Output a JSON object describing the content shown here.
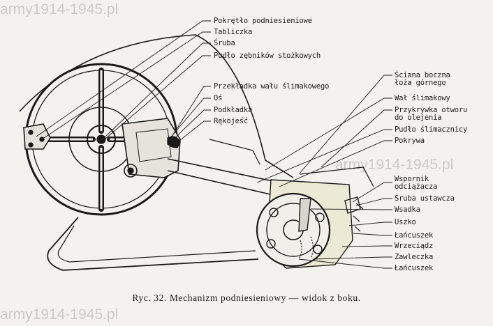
{
  "watermark": "army1914-1945.pl",
  "caption": "Ryc. 32. Mechanizm podniesieniowy — widok z boku.",
  "labels_top_left": [
    "Pokrętło podniesieniowe",
    "Tabliczka",
    "Śruba",
    "Pudło zębników stożkowych"
  ],
  "labels_mid_left": [
    "Przekładka wału ślimakowego",
    "Oś",
    "Podkładka",
    "Rękojeść"
  ],
  "labels_right": [
    "Ściana boczna\nłoża górnego",
    "Wał ślimakowy",
    "Przykrywka otworu\ndo olejenia",
    "Pudło ślimacznicy",
    "Pokrywa"
  ],
  "labels_bottom_right": [
    "Wspornik\nodciążacza",
    "Śruba ustawcza",
    "Wsadka",
    "Uszko",
    "Łańcuszek",
    "Wrzeciądz",
    "Zawleczka",
    "Łańcuszek"
  ],
  "colors": {
    "ink": "#1a1a1a",
    "paper": "#f4f2ee",
    "watermark": "#aaaaaa"
  }
}
